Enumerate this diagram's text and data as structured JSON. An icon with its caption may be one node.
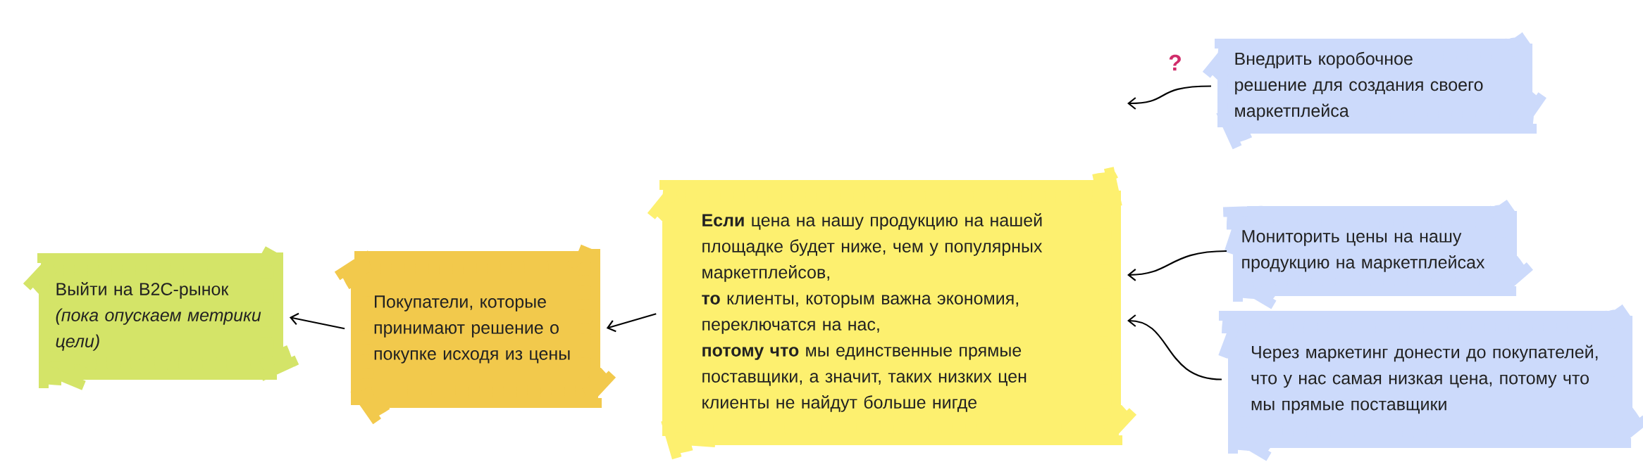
{
  "diagram": {
    "nodes": [
      {
        "text": [
          "Выйти на B2C-рынок",
          "(пока опускаем метрики цели)"
        ]
      },
      {
        "text": [
          "Покупатели, которые принимают решение о покупке исходя из цены"
        ]
      },
      {
        "text": [
          "**Если** цена на нашу продукцию на нашей площадке будет ниже, чем у популярных маркетплейсов,",
          "**то** клиенты, которым важна экономия, переключатся на нас,",
          "**потому что** мы единственные прямые поставщики, а значит, таких низких цен клиенты не найдут больше нигде"
        ]
      },
      {
        "text": [
          "Внедрить коробочное решение для создания своего маркетплейса"
        ]
      },
      {
        "text": [
          "Мониторить цены на нашу продукцию на маркетплейсах"
        ]
      },
      {
        "text": [
          "Через маркетинг донести до покупателей, что у нас самая низкая цена, потому что мы прямые поставщики"
        ]
      }
    ],
    "edges": [
      {
        "from": 1,
        "to": 0,
        "arrow": "to"
      },
      {
        "from": 2,
        "to": 1,
        "arrow": "to"
      },
      {
        "from": 3,
        "to": null,
        "arrow": "to"
      },
      {
        "from": 4,
        "to": 2,
        "arrow": "to"
      },
      {
        "from": 5,
        "to": 2,
        "arrow": "to"
      }
    ],
    "labels": [
      "?"
    ]
  }
}
